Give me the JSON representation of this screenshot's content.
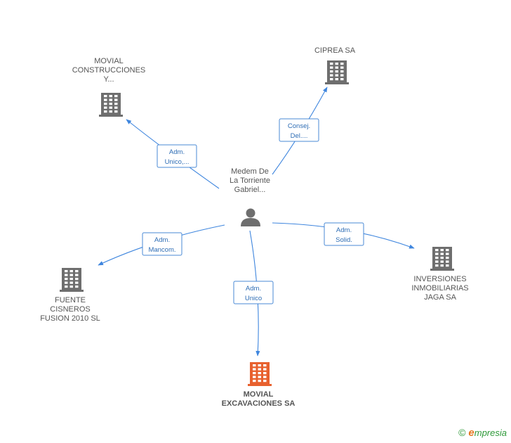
{
  "colors": {
    "edge": "#3f86de",
    "building_gray": "#6e6e6e",
    "building_main": "#e8612e",
    "person": "#6e6e6e"
  },
  "center": {
    "name_lines": [
      "Medem De",
      "La Torriente",
      "Gabriel..."
    ],
    "icon": "person-icon"
  },
  "nodes": [
    {
      "id": "movial-construcciones",
      "lines": [
        "MOVIAL",
        "CONSTRUCCIONES",
        "Y..."
      ],
      "icon": "building-icon",
      "main": false
    },
    {
      "id": "ciprea",
      "lines": [
        "CIPREA SA"
      ],
      "icon": "building-icon",
      "main": false
    },
    {
      "id": "inversiones-inmobiliarias",
      "lines": [
        "INVERSIONES",
        "INMOBILIARIAS",
        "JAGA SA"
      ],
      "icon": "building-icon",
      "main": false
    },
    {
      "id": "movial-excavaciones",
      "lines": [
        "MOVIAL",
        "EXCAVACIONES SA"
      ],
      "icon": "building-icon",
      "main": true
    },
    {
      "id": "fuente-cisneros",
      "lines": [
        "FUENTE",
        "CISNEROS",
        "FUSION 2010 SL"
      ],
      "icon": "building-icon",
      "main": false
    }
  ],
  "edges": [
    {
      "target": "movial-construcciones",
      "label_lines": [
        "Adm.",
        "Unico,..."
      ]
    },
    {
      "target": "ciprea",
      "label_lines": [
        "Consej.",
        "Del...."
      ]
    },
    {
      "target": "inversiones-inmobiliarias",
      "label_lines": [
        "Adm.",
        "Solid."
      ]
    },
    {
      "target": "movial-excavaciones",
      "label_lines": [
        "Adm.",
        "Unico"
      ]
    },
    {
      "target": "fuente-cisneros",
      "label_lines": [
        "Adm.",
        "Mancom."
      ]
    }
  ],
  "brand": {
    "copyright_symbol": "©",
    "logo_initial": "e",
    "logo_rest": "mpresia"
  }
}
